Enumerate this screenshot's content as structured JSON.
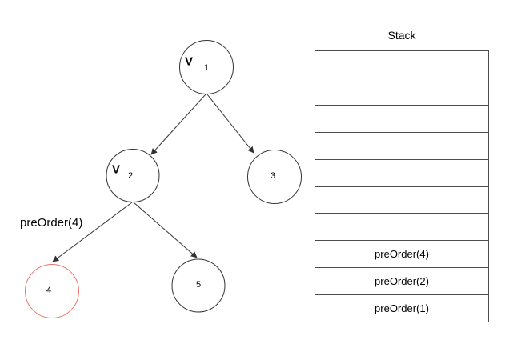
{
  "diagram": {
    "call_label": "preOrder(4)",
    "nodes": [
      {
        "number": "1",
        "visited_mark": "V"
      },
      {
        "number": "2",
        "visited_mark": "V"
      },
      {
        "number": "3"
      },
      {
        "number": "4"
      },
      {
        "number": "5"
      }
    ]
  },
  "stack": {
    "title": "Stack",
    "rows": [
      "",
      "",
      "",
      "",
      "",
      "",
      "",
      "preOrder(4)",
      "preOrder(2)",
      "preOrder(1)"
    ]
  },
  "colors": {
    "edge_stroke": "#333333",
    "node_stroke": "#333333",
    "highlight_stroke": "#e8756b",
    "text": "#000000"
  }
}
